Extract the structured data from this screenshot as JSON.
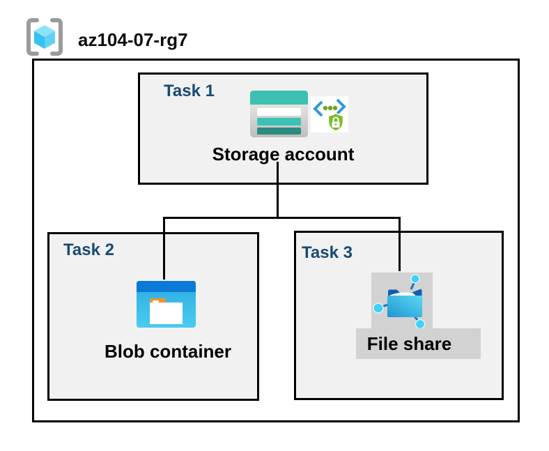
{
  "diagram": {
    "resource_group": "az104-07-rg7",
    "tasks": [
      {
        "label": "Task 1",
        "resource": "Storage account"
      },
      {
        "label": "Task 2",
        "resource": "Blob container"
      },
      {
        "label": "Task 3",
        "resource": "File share"
      }
    ],
    "connections": [
      {
        "from": "Storage account",
        "to": "Blob container"
      },
      {
        "from": "Storage account",
        "to": "File share"
      }
    ],
    "icons": [
      "resource-group-icon",
      "storage-account-icon",
      "secure-endpoint-icon",
      "blob-container-icon",
      "file-share-icon"
    ],
    "colors": {
      "task_label": "#1A4A73",
      "box_fill": "#F1F1F1",
      "border": "#000000",
      "storage_teal": "#3CC0B2",
      "storage_teal_dark": "#2B8B7F",
      "blob_blue": "#0B79D6",
      "blob_cyan": "#38BCEB",
      "fileshare_blue": "#0E5FB0",
      "fileshare_cyan": "#3FD2F4",
      "endpoint_green": "#7ABD27",
      "endpoint_blue": "#2E9BD6",
      "badge_grey": "#D2D2D2"
    }
  }
}
